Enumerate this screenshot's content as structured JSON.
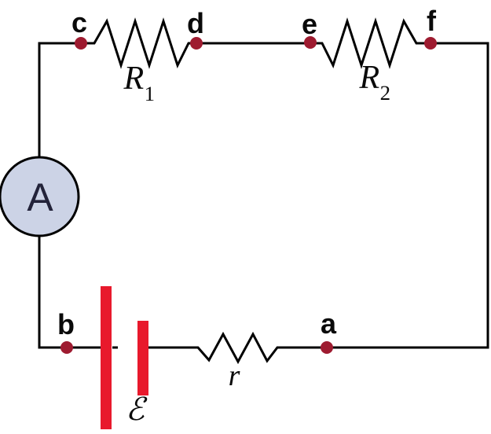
{
  "colors": {
    "background": "#ffffff",
    "wire": "#000000",
    "node_dot": "#9e1b30",
    "battery_red": "#e8192c",
    "ammeter_fill": "#ccd3e6",
    "ammeter_text": "#23233a"
  },
  "circuit": {
    "ammeter": {
      "label": "A"
    },
    "nodes": {
      "c": "c",
      "d": "d",
      "e": "e",
      "f": "f",
      "b": "b",
      "a": "a"
    },
    "resistors": {
      "r1_base": "R",
      "r1_sub": "1",
      "r2_base": "R",
      "r2_sub": "2",
      "internal": "r"
    },
    "battery": {
      "emf_label": "ℰ"
    }
  }
}
